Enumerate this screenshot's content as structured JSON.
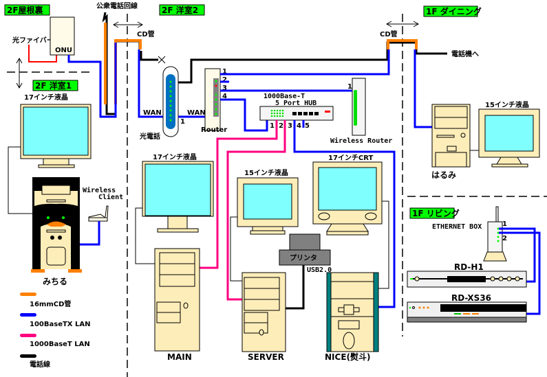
{
  "rooms": {
    "attic": "2F屋根裏",
    "western2": "2F  洋室2",
    "dining": "1F  ダイニング",
    "western1": "2F  洋室1",
    "living": "1F  リビング"
  },
  "labels": {
    "fiber": "光ファイバー",
    "onu": "ONU",
    "public_line": "公衆電話回線",
    "cd_pipe": "CD管",
    "wan": "WAN",
    "hikari_phone": "光電話",
    "router": "Router",
    "router_ports": [
      "1",
      "2",
      "3",
      "4"
    ],
    "phone_port": "1",
    "hub_line1": "1000Base-T",
    "hub_line2": "5 Port HUB",
    "hub_ports": [
      "1",
      "2",
      "3",
      "4",
      "5"
    ],
    "wireless_router": "Wireless Router",
    "wireless_router_port": "1",
    "to_phone": "電話機へ",
    "wireless_client_1": "Wireless",
    "wireless_client_2": "Client",
    "monitor_17lcd": "17インチ液晶",
    "monitor_15lcd": "15インチ液晶",
    "monitor_17crt": "17インチCRT",
    "printer": "プリンタ",
    "usb": "USB2.0",
    "ethernet_box": "ETHERNET  BOX",
    "ebox_ports": [
      "1",
      "2"
    ]
  },
  "computers": {
    "michiru": "みちる",
    "harumi": "はるみ",
    "main": "MAIN",
    "server": "SERVER",
    "nice": "NICE(熨斗)"
  },
  "recorders": {
    "rd_h1": "RD-H1",
    "rd_xs36": "RD-XS36"
  },
  "legend": [
    {
      "label": "16mmCD管",
      "color": "#ff8000"
    },
    {
      "label": "100BaseTX LAN",
      "color": "#0000ff"
    },
    {
      "label": "1000BaseT LAN",
      "color": "#ff0080"
    },
    {
      "label": "電話線",
      "color": "#000000"
    }
  ]
}
